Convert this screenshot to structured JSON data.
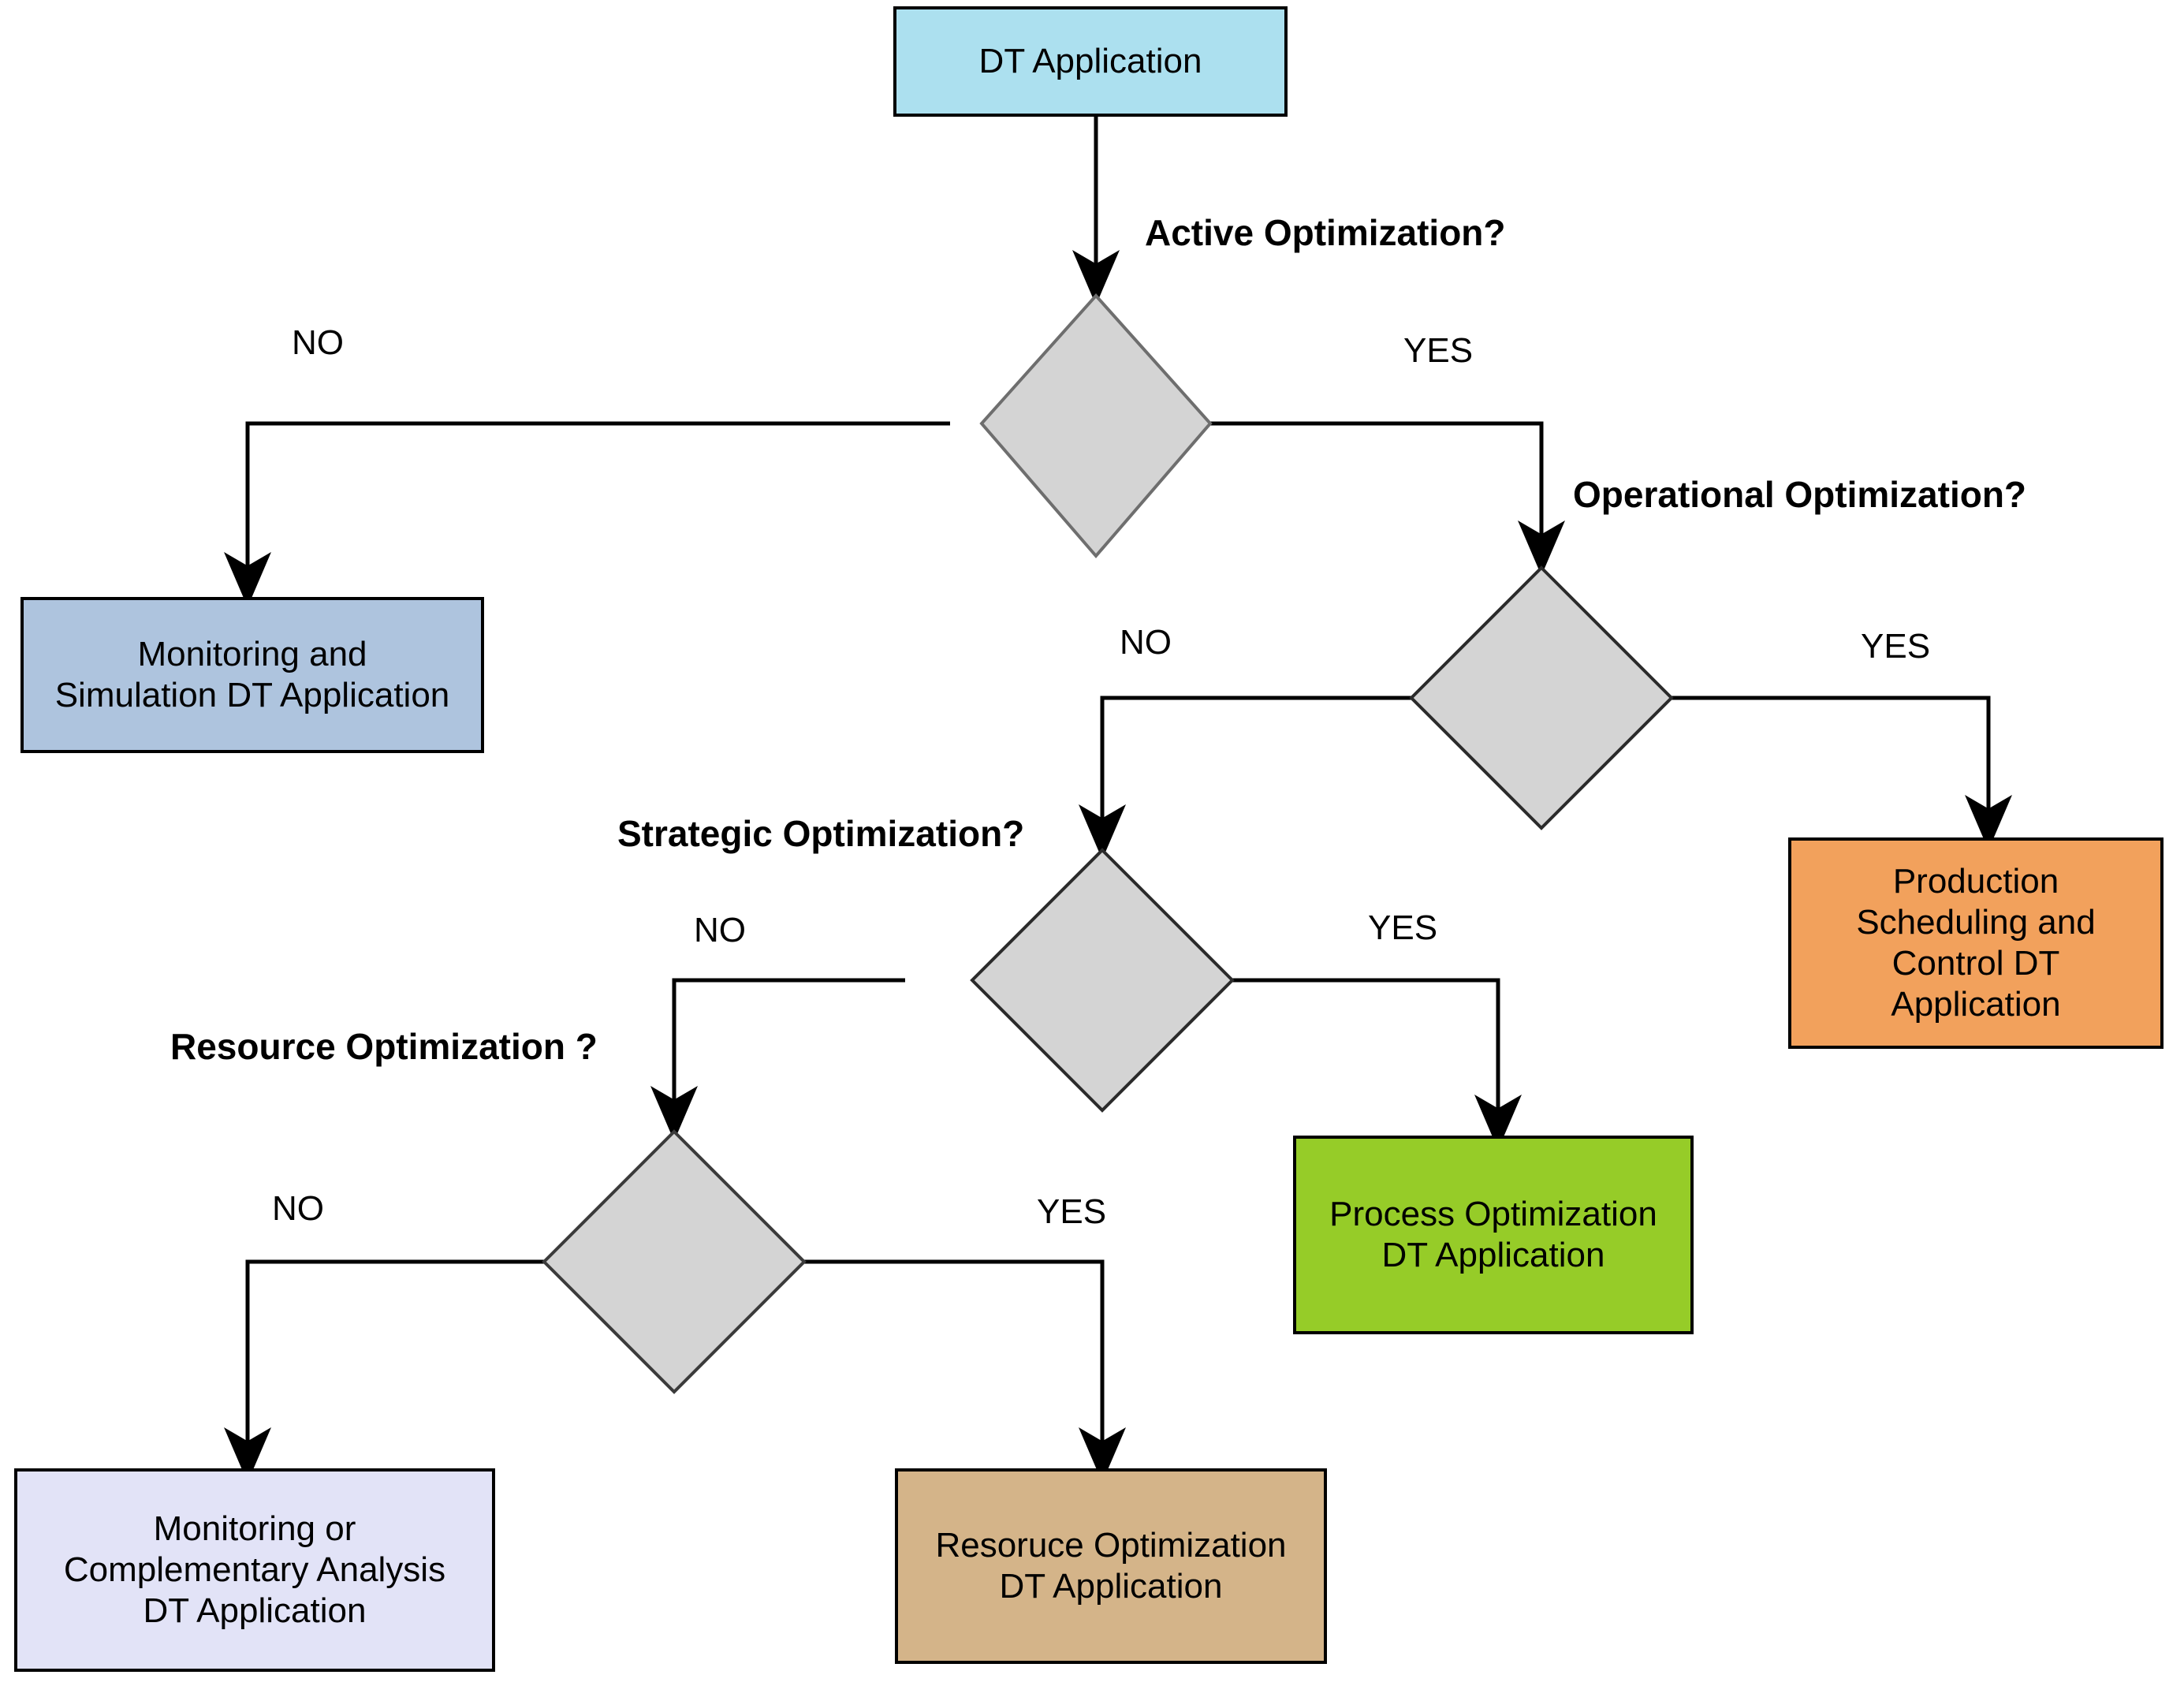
{
  "diagram": {
    "type": "decision-flowchart",
    "title_text": "",
    "colors": {
      "start_box": "#ace0ef",
      "monitoring_simulation_box": "#aec4de",
      "production_box": "#f2a15c",
      "process_box": "#96cc28",
      "monitoring_complementary_box": "#e2e3f7",
      "resource_box": "#d4b489",
      "decision_fill": "#d4d4d4",
      "decision_stroke": "#555555",
      "edge_stroke": "#000000",
      "border": "#000000"
    },
    "nodes": {
      "start": {
        "label": "DT Application"
      },
      "monitoring_simulation": {
        "label": "Monitoring and\nSimulation DT Application"
      },
      "production_scheduling": {
        "label": "Production\nScheduling and\nControl DT\nApplication"
      },
      "process_optimization": {
        "label": "Process Optimization\nDT Application"
      },
      "monitoring_complementary": {
        "label": "Monitoring or\nComplementary Analysis\nDT Application"
      },
      "resource_optimization_result": {
        "label": "Resoruce Optimization\nDT Application"
      }
    },
    "decisions": [
      {
        "id": "active",
        "question": "Active Optimization?"
      },
      {
        "id": "operational",
        "question": "Operational Optimization?"
      },
      {
        "id": "strategic",
        "question": "Strategic Optimization?"
      },
      {
        "id": "resource",
        "question": "Resource Optimization ?"
      }
    ],
    "edge_labels": {
      "active_no": "NO",
      "active_yes": "YES",
      "operational_no": "NO",
      "operational_yes": "YES",
      "strategic_no": "NO",
      "strategic_yes": "YES",
      "resource_no": "NO",
      "resource_yes": "YES"
    }
  }
}
